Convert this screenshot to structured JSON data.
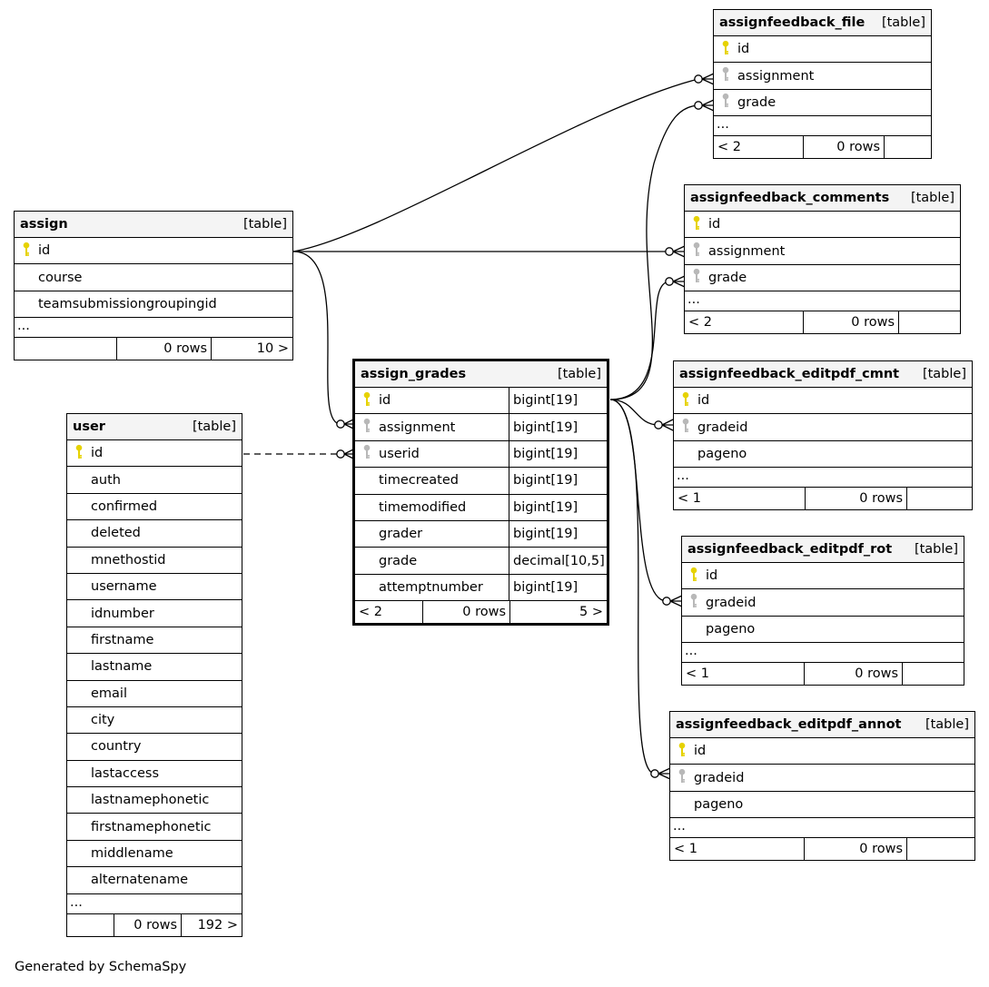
{
  "footer": {
    "credit": "Generated by SchemaSpy"
  },
  "tag": "[table]",
  "colors": {
    "pk_key": "#e6d200",
    "fk_key": "#b8b8b8",
    "header_bg": "#f4f4f4"
  },
  "tables": {
    "assignfeedback_file": {
      "name": "assignfeedback_file",
      "columns": [
        {
          "name": "id",
          "key": "pk"
        },
        {
          "name": "assignment",
          "key": "fk"
        },
        {
          "name": "grade",
          "key": "fk"
        }
      ],
      "more": "...",
      "footer": [
        "< 2",
        "0 rows",
        ""
      ]
    },
    "assignfeedback_comments": {
      "name": "assignfeedback_comments",
      "columns": [
        {
          "name": "id",
          "key": "pk"
        },
        {
          "name": "assignment",
          "key": "fk"
        },
        {
          "name": "grade",
          "key": "fk"
        }
      ],
      "more": "...",
      "footer": [
        "< 2",
        "0 rows",
        ""
      ]
    },
    "assign": {
      "name": "assign",
      "columns": [
        {
          "name": "id",
          "key": "pk"
        },
        {
          "name": "course",
          "key": ""
        },
        {
          "name": "teamsubmissiongroupingid",
          "key": ""
        }
      ],
      "more": "...",
      "footer": [
        "",
        "0 rows",
        "10 >"
      ]
    },
    "assign_grades": {
      "name": "assign_grades",
      "columns": [
        {
          "name": "id",
          "key": "pk",
          "type": "bigint[19]"
        },
        {
          "name": "assignment",
          "key": "fk",
          "type": "bigint[19]"
        },
        {
          "name": "userid",
          "key": "fk",
          "type": "bigint[19]"
        },
        {
          "name": "timecreated",
          "key": "",
          "type": "bigint[19]"
        },
        {
          "name": "timemodified",
          "key": "",
          "type": "bigint[19]"
        },
        {
          "name": "grader",
          "key": "",
          "type": "bigint[19]"
        },
        {
          "name": "grade",
          "key": "",
          "type": "decimal[10,5]"
        },
        {
          "name": "attemptnumber",
          "key": "",
          "type": "bigint[19]"
        }
      ],
      "footer": [
        "< 2",
        "0 rows",
        "5 >"
      ]
    },
    "assignfeedback_editpdf_cmnt": {
      "name": "assignfeedback_editpdf_cmnt",
      "columns": [
        {
          "name": "id",
          "key": "pk"
        },
        {
          "name": "gradeid",
          "key": "fk"
        },
        {
          "name": "pageno",
          "key": ""
        }
      ],
      "more": "...",
      "footer": [
        "< 1",
        "0 rows",
        ""
      ]
    },
    "assignfeedback_editpdf_rot": {
      "name": "assignfeedback_editpdf_rot",
      "columns": [
        {
          "name": "id",
          "key": "pk"
        },
        {
          "name": "gradeid",
          "key": "fk"
        },
        {
          "name": "pageno",
          "key": ""
        }
      ],
      "more": "...",
      "footer": [
        "< 1",
        "0 rows",
        ""
      ]
    },
    "assignfeedback_editpdf_annot": {
      "name": "assignfeedback_editpdf_annot",
      "columns": [
        {
          "name": "id",
          "key": "pk"
        },
        {
          "name": "gradeid",
          "key": "fk"
        },
        {
          "name": "pageno",
          "key": ""
        }
      ],
      "more": "...",
      "footer": [
        "< 1",
        "0 rows",
        ""
      ]
    },
    "user": {
      "name": "user",
      "columns": [
        {
          "name": "id",
          "key": "pk"
        },
        {
          "name": "auth",
          "key": ""
        },
        {
          "name": "confirmed",
          "key": ""
        },
        {
          "name": "deleted",
          "key": ""
        },
        {
          "name": "mnethostid",
          "key": ""
        },
        {
          "name": "username",
          "key": ""
        },
        {
          "name": "idnumber",
          "key": ""
        },
        {
          "name": "firstname",
          "key": ""
        },
        {
          "name": "lastname",
          "key": ""
        },
        {
          "name": "email",
          "key": ""
        },
        {
          "name": "city",
          "key": ""
        },
        {
          "name": "country",
          "key": ""
        },
        {
          "name": "lastaccess",
          "key": ""
        },
        {
          "name": "lastnamephonetic",
          "key": ""
        },
        {
          "name": "firstnamephonetic",
          "key": ""
        },
        {
          "name": "middlename",
          "key": ""
        },
        {
          "name": "alternatename",
          "key": ""
        }
      ],
      "more": "...",
      "footer": [
        "",
        "0 rows",
        "192 >"
      ]
    }
  }
}
